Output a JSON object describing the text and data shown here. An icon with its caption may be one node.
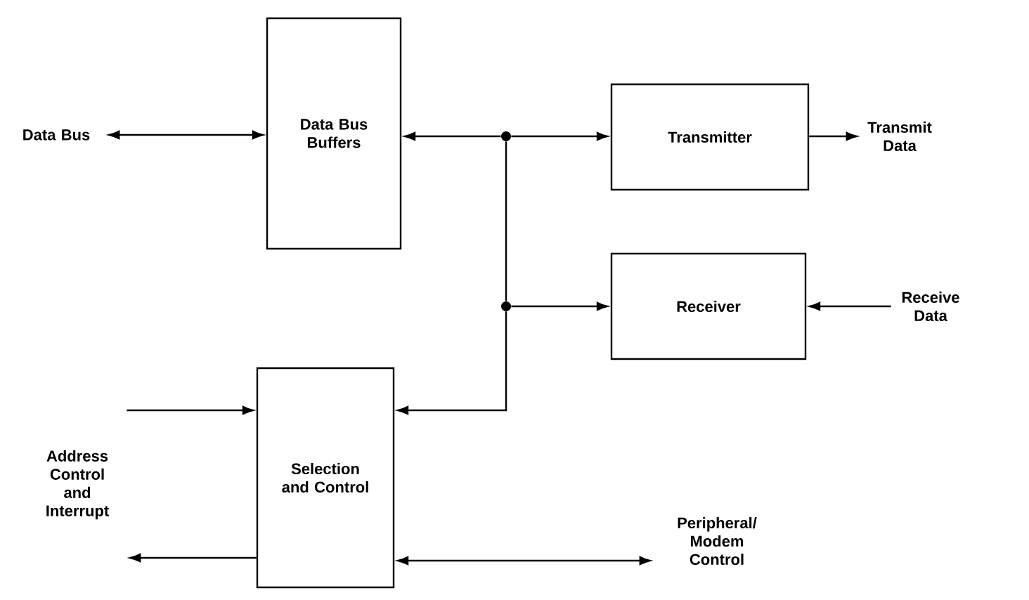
{
  "diagram": {
    "nodes": [
      {
        "text": [
          "Data Bus"
        ]
      },
      {
        "text": [
          "Data Bus Buffers"
        ]
      },
      {
        "text": [
          "Transmitter"
        ]
      },
      {
        "text": [
          "Receiver"
        ]
      },
      {
        "text": [
          "Transmit Data"
        ]
      },
      {
        "text": [
          "Receive Data"
        ]
      },
      {
        "text": [
          "Address Control and Interrupt"
        ]
      },
      {
        "text": [
          "Selection and Control"
        ]
      },
      {
        "text": [
          "Peripheral/ Modem Control"
        ]
      },
      {
        "text": [],
        "shape": "circle"
      },
      {
        "text": [],
        "shape": "circle"
      }
    ],
    "edges": [
      {
        "from": 0,
        "to": 1,
        "arrow": "both"
      },
      {
        "from": 9,
        "to": 1,
        "arrow": "to"
      },
      {
        "from": 9,
        "to": 2,
        "arrow": "to"
      },
      {
        "from": 9,
        "to": 10,
        "arrow": "none"
      },
      {
        "from": 10,
        "to": 3,
        "arrow": "to"
      },
      {
        "from": 10,
        "to": 7,
        "arrow": "to"
      },
      {
        "from": 2,
        "to": 4,
        "arrow": "to"
      },
      {
        "from": 5,
        "to": 3,
        "arrow": "to"
      },
      {
        "from": 6,
        "to": 7,
        "arrow": "to"
      },
      {
        "from": 7,
        "to": 6,
        "arrow": "to"
      },
      {
        "from": 7,
        "to": 8,
        "arrow": "both"
      }
    ]
  }
}
